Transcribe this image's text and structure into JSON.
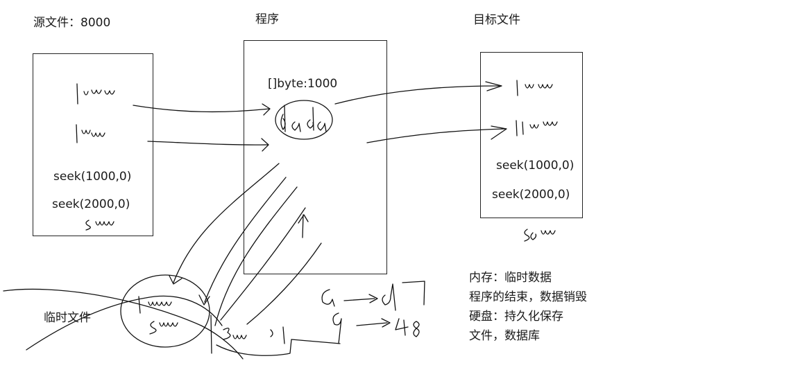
{
  "source": {
    "title": "源文件：8000",
    "seek_1": "seek(1000,0)",
    "seek_2": "seek(2000,0)"
  },
  "program": {
    "title": "程序",
    "buffer": "[]byte:1000"
  },
  "target": {
    "title": "目标文件",
    "seek_1": "seek(1000,0)",
    "seek_2": "seek(2000,0)"
  },
  "temp": {
    "title": "临时文件"
  },
  "notes": [
    "内存：临时数据",
    "程序的结束，数据销毁",
    "硬盘：持久化保存",
    "文件，数据库"
  ]
}
